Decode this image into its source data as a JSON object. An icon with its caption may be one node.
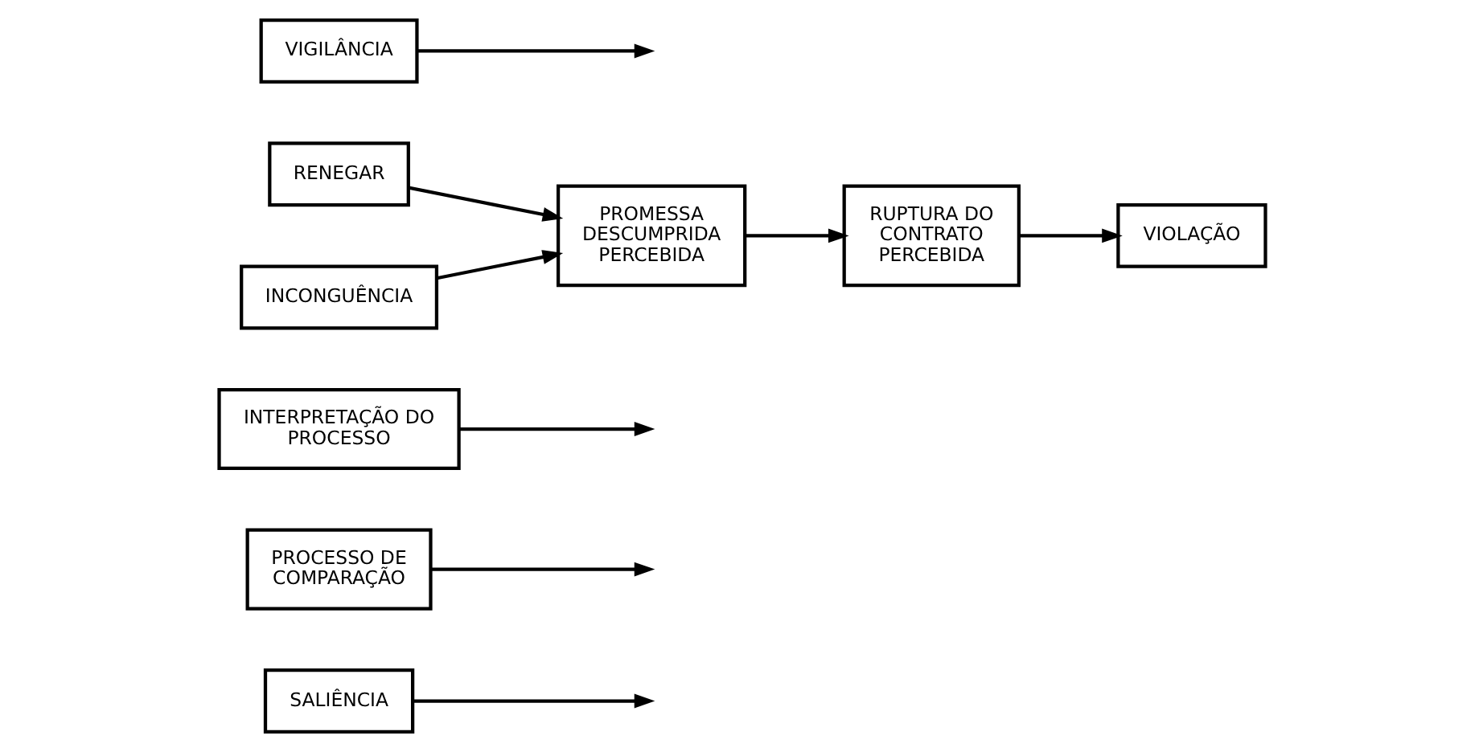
{
  "diagram": {
    "nodes": [
      {
        "text": [
          "SALIÊNCIA"
        ]
      },
      {
        "text": [
          "PROCESSO DE COMPARAÇÃO"
        ]
      },
      {
        "text": [
          "INTERPRETAÇÃO DO PROCESSO"
        ]
      },
      {
        "text": [
          "RENEGAR"
        ]
      },
      {
        "text": [
          "PROMESSA DESCUMPRIDA PERCEBIDA"
        ]
      },
      {
        "text": [
          "RUPTURA DO CONTRATO PERCEBIDA"
        ]
      },
      {
        "text": [
          "VIOLAÇÃO"
        ]
      },
      {
        "text": [
          "INCONGUÊNCIA"
        ]
      },
      {
        "text": [
          "VIGILÂNCIA"
        ]
      }
    ],
    "edges": [
      {
        "from": 3,
        "to": 4,
        "arrow": "to"
      },
      {
        "from": 7,
        "to": 4,
        "arrow": "to"
      },
      {
        "from": 0,
        "to": null,
        "arrow": "to"
      },
      {
        "from": 8,
        "to": null,
        "arrow": "to"
      },
      {
        "from": 4,
        "to": 5,
        "arrow": "to"
      },
      {
        "from": 1,
        "to": null,
        "arrow": "to"
      },
      {
        "from": 5,
        "to": 6,
        "arrow": "to"
      },
      {
        "from": 2,
        "to": null,
        "arrow": "to"
      }
    ]
  }
}
